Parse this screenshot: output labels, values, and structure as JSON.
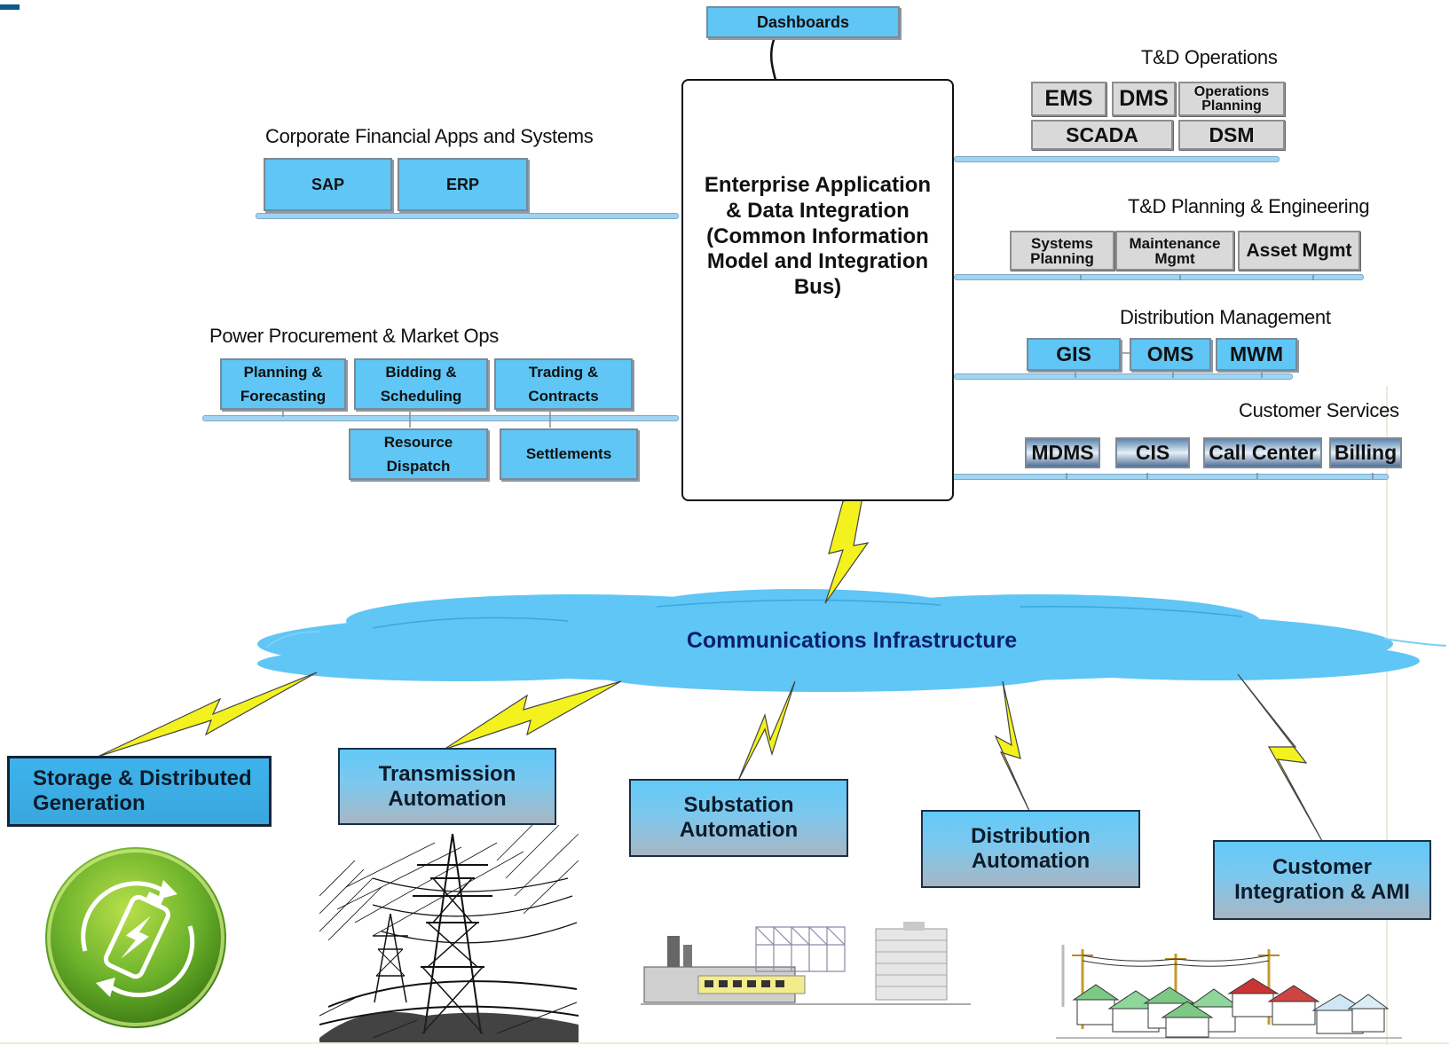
{
  "dashboards": "Dashboards",
  "integration_bus": "Enterprise Application\n& Data Integration\n(Common Information\nModel and Integration\nBus)",
  "corporate": {
    "title": "Corporate Financial Apps and Systems",
    "items": [
      "SAP",
      "ERP"
    ]
  },
  "procurement": {
    "title": "Power Procurement & Market Ops",
    "items": [
      "Planning &\nForecasting",
      "Bidding &\nScheduling",
      "Trading &\nContracts",
      "Resource\nDispatch",
      "Settlements"
    ]
  },
  "td_operations": {
    "title": "T&D Operations",
    "items": [
      "EMS",
      "DMS",
      "Operations\nPlanning",
      "SCADA",
      "DSM"
    ]
  },
  "td_planning": {
    "title": "T&D Planning & Engineering",
    "items": [
      "Systems\nPlanning",
      "Maintenance\nMgmt",
      "Asset Mgmt"
    ]
  },
  "distribution_mgmt": {
    "title": "Distribution Management",
    "items": [
      "GIS",
      "OMS",
      "MWM"
    ]
  },
  "customer_services": {
    "title": "Customer Services",
    "items": [
      "MDMS",
      "CIS",
      "Call Center",
      "Billing"
    ]
  },
  "communications": "Communications Infrastructure",
  "automation": [
    "Storage & Distributed\nGeneration",
    "Transmission\nAutomation",
    "Substation\nAutomation",
    "Distribution\nAutomation",
    "Customer\nIntegration & AMI"
  ],
  "colors": {
    "box_blue": "#5fc6f6",
    "cloud": "#5fc6f6",
    "bolt": "#f3f21e",
    "title_navy": "#0a1f6b"
  }
}
